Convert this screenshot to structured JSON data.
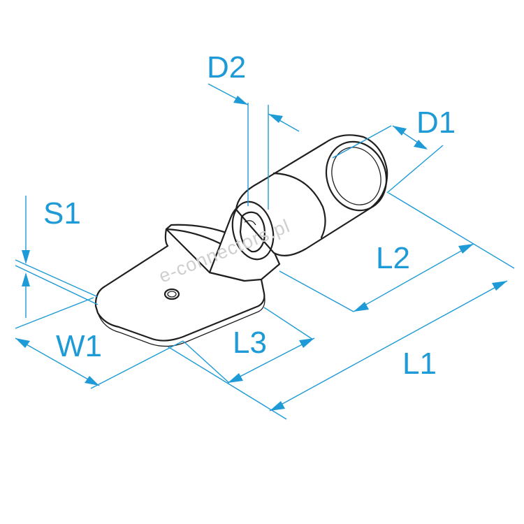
{
  "labels": {
    "d2": "D2",
    "d1": "D1",
    "s1": "S1",
    "l2": "L2",
    "w1": "W1",
    "l3": "L3",
    "l1": "L1"
  },
  "watermark": "e-connectors.pl",
  "colors": {
    "dimension": "#1e9ad6",
    "outline": "#1f1f1f",
    "watermark": "#cfcfcf",
    "background": "#ffffff"
  }
}
